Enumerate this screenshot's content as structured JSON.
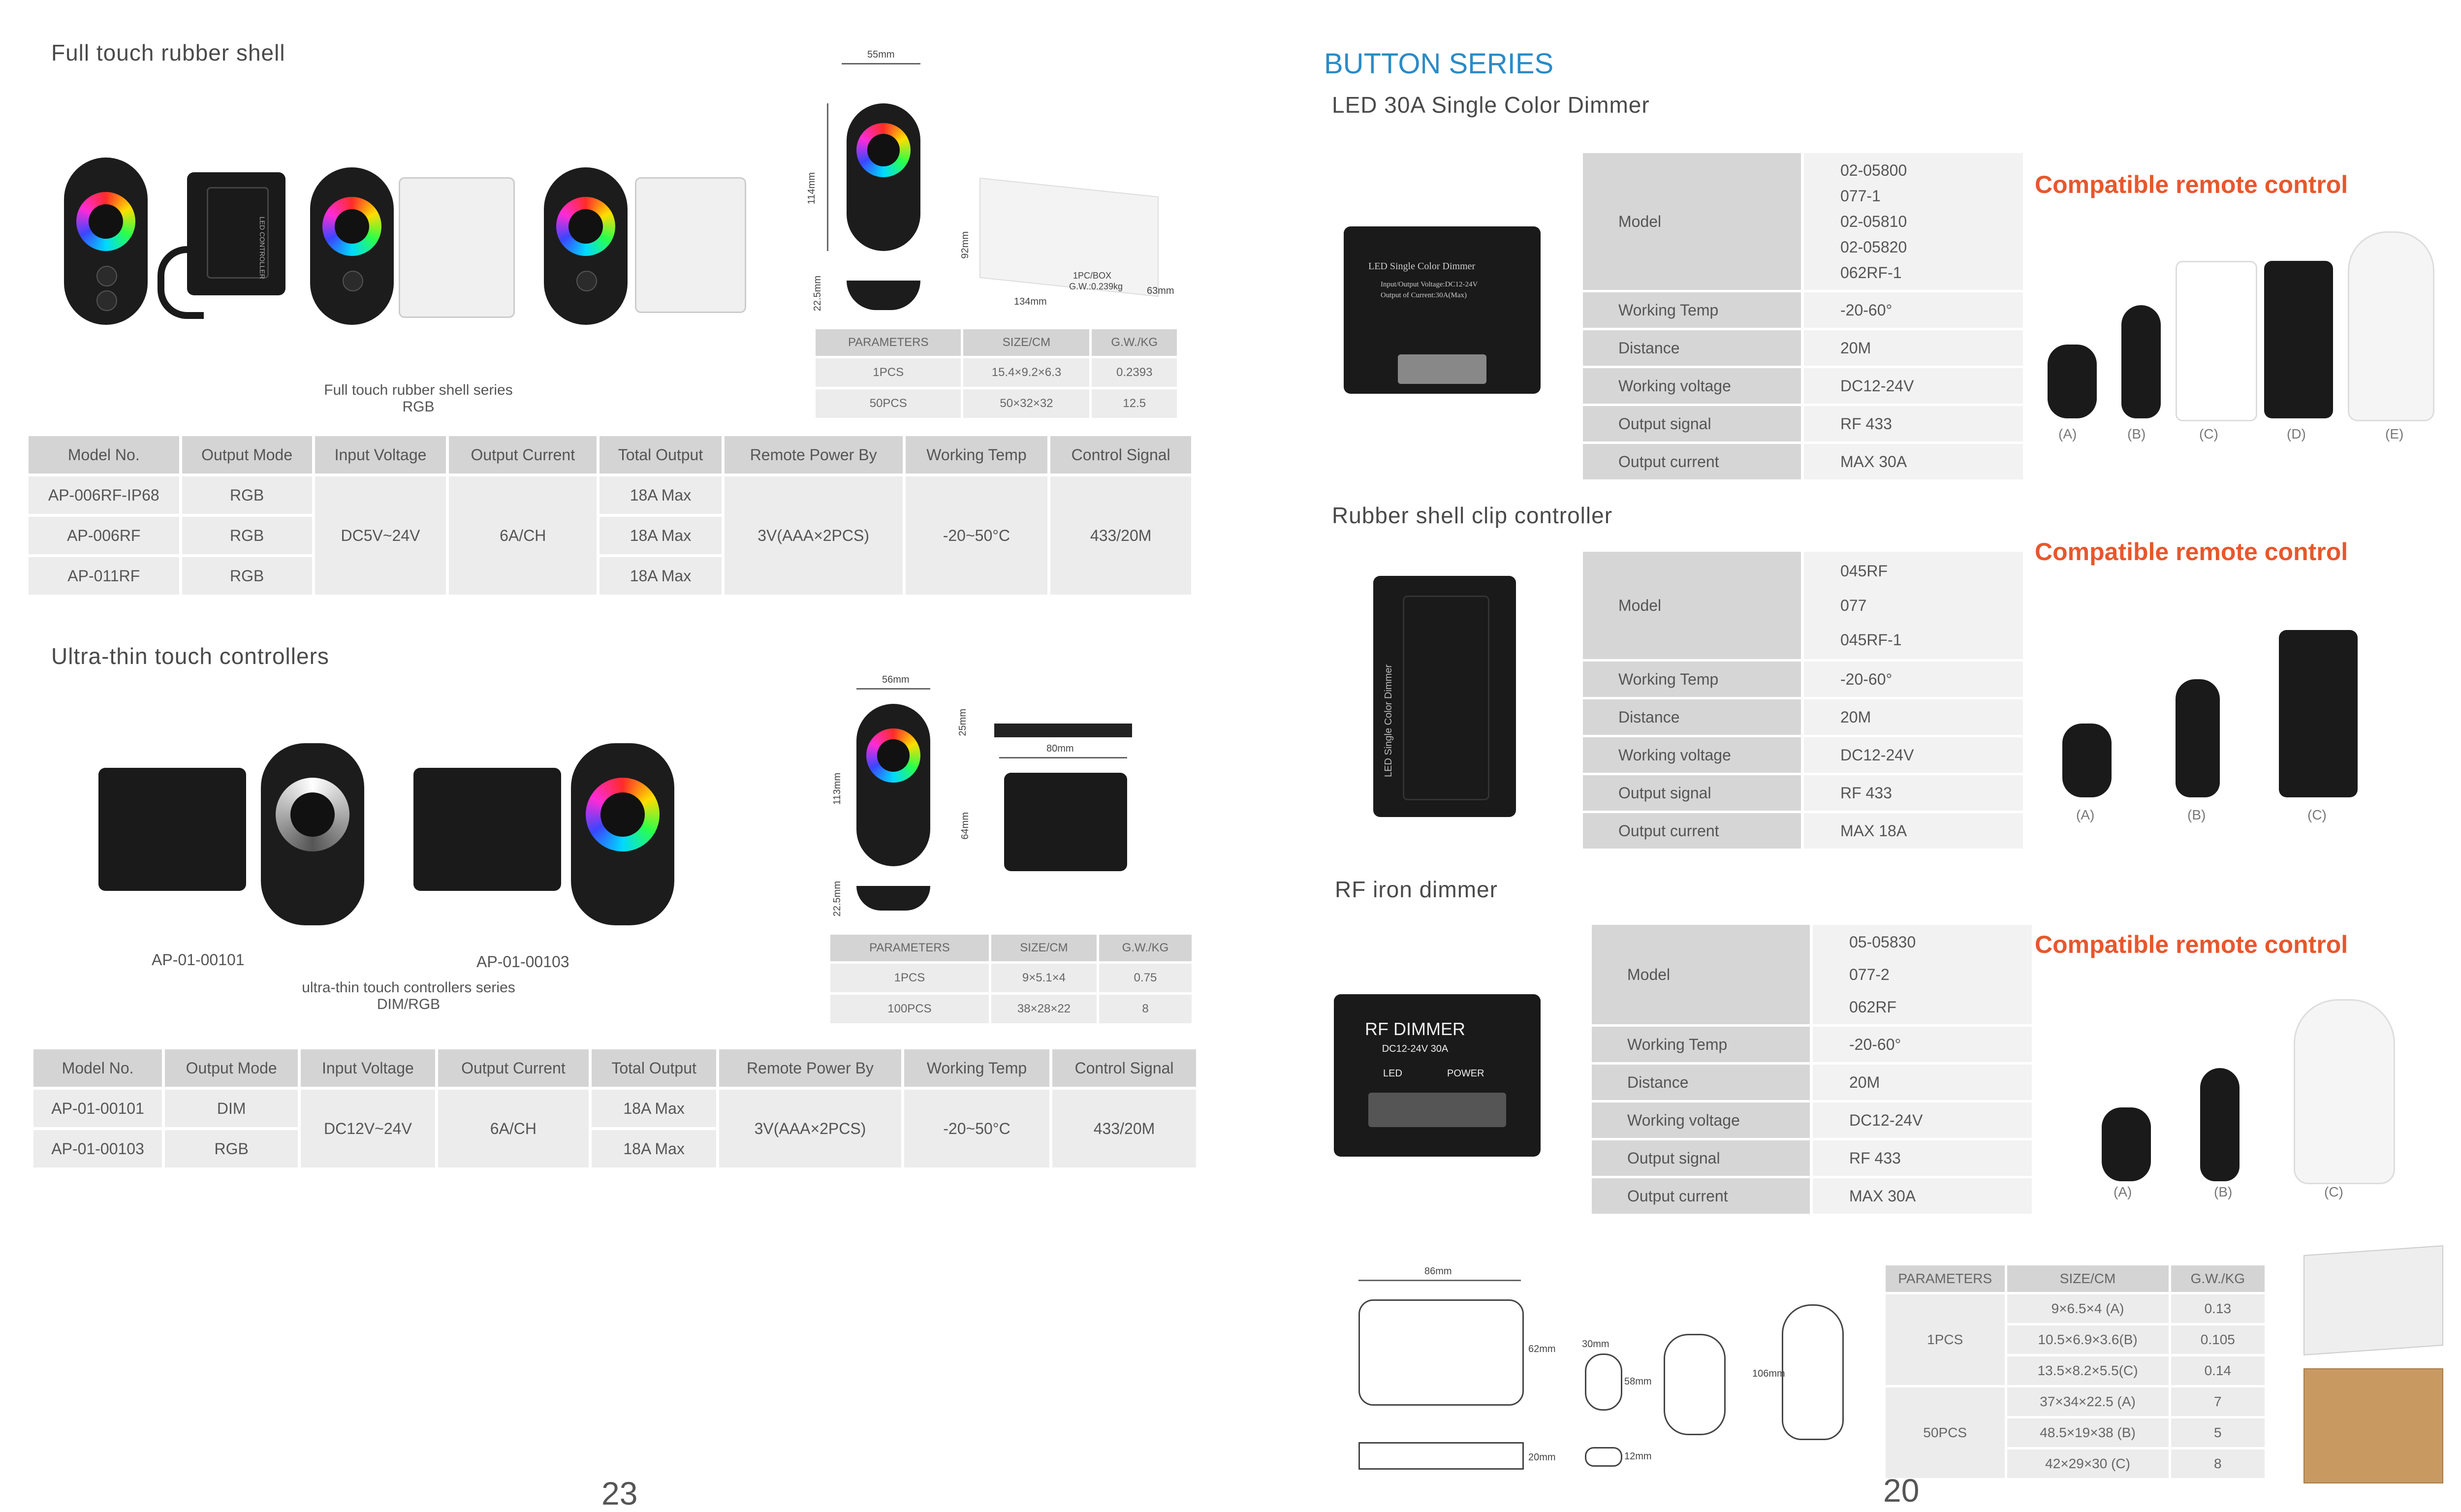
{
  "left": {
    "section1": {
      "title": "Full touch rubber shell",
      "caption_line1": "Full touch rubber shell series",
      "caption_line2": "RGB",
      "dims": {
        "w": "55mm",
        "h": "114mm",
        "d": "22.5mm"
      },
      "box": {
        "label1": "1PC/BOX",
        "label2": "G.W.:0.239kg",
        "w": "134mm",
        "h": "92mm",
        "d": "63mm"
      },
      "device_label": "LED CONTROLLER",
      "params": {
        "headers": [
          "PARAMETERS",
          "SIZE/CM",
          "G.W./KG"
        ],
        "rows": [
          [
            "1PCS",
            "15.4×9.2×6.3",
            "0.2393"
          ],
          [
            "50PCS",
            "50×32×32",
            "12.5"
          ]
        ]
      },
      "table": {
        "headers": [
          "Model No.",
          "Output Mode",
          "Input Voltage",
          "Output Current",
          "Total Output",
          "Remote Power By",
          "Working Temp",
          "Control Signal"
        ],
        "models": [
          "AP-006RF-IP68",
          "AP-006RF",
          "AP-011RF"
        ],
        "modes": [
          "RGB",
          "RGB",
          "RGB"
        ],
        "input_voltage": "DC5V~24V",
        "output_current": "6A/CH",
        "total_output": [
          "18A Max",
          "18A Max",
          "18A Max"
        ],
        "remote_power": "3V(AAA×2PCS)",
        "working_temp": "-20~50°C",
        "control_signal": "433/20M"
      }
    },
    "section2": {
      "title": "Ultra-thin touch controllers",
      "model1": "AP-01-00101",
      "model2": "AP-01-00103",
      "caption_line1": "ultra-thin touch controllers series",
      "caption_line2": "DIM/RGB",
      "dims": {
        "w": "56mm",
        "h": "113mm",
        "d": "22.5mm",
        "thick": "25mm",
        "cw": "80mm",
        "ch": "64mm"
      },
      "params": {
        "headers": [
          "PARAMETERS",
          "SIZE/CM",
          "G.W./KG"
        ],
        "rows": [
          [
            "1PCS",
            "9×5.1×4",
            "0.75"
          ],
          [
            "100PCS",
            "38×28×22",
            "8"
          ]
        ]
      },
      "table": {
        "headers": [
          "Model No.",
          "Output Mode",
          "Input Voltage",
          "Output Current",
          "Total Output",
          "Remote Power By",
          "Working Temp",
          "Control Signal"
        ],
        "models": [
          "AP-01-00101",
          "AP-01-00103"
        ],
        "modes": [
          "DIM",
          "RGB"
        ],
        "input_voltage": "DC12V~24V",
        "output_current": "6A/CH",
        "total_output": [
          "18A Max",
          "18A Max"
        ],
        "remote_power": "3V(AAA×2PCS)",
        "working_temp": "-20~50°C",
        "control_signal": "433/20M"
      }
    },
    "page_number": "23"
  },
  "right": {
    "series_title": "BUTTON  SERIES",
    "compat_label": "Compatible remote control",
    "labels_abc": [
      "(A)",
      "(B)",
      "(C)",
      "(D)",
      "(E)"
    ],
    "product1": {
      "title": "LED 30A Single Color Dimmer",
      "device_text1": "LED Single Color Dimmer",
      "device_text2": "Input/Output Voltage:DC12-24V",
      "device_text3": "Output of Current:30A(Max)",
      "models": [
        "02-05800",
        "077-1",
        "02-05810",
        "02-05820",
        "062RF-1"
      ],
      "specs": [
        {
          "k": "Model"
        },
        {
          "k": "Working Temp",
          "v": "-20-60°"
        },
        {
          "k": "Distance",
          "v": "20M"
        },
        {
          "k": "Working voltage",
          "v": "DC12-24V"
        },
        {
          "k": "Output signal",
          "v": "RF 433"
        },
        {
          "k": "Output current",
          "v": "MAX 30A"
        }
      ]
    },
    "product2": {
      "title": "Rubber shell clip controller",
      "device_text": "LED Single Color Dimmer",
      "models": [
        "045RF",
        "077",
        "045RF-1"
      ],
      "specs": [
        {
          "k": "Model"
        },
        {
          "k": "Working Temp",
          "v": "-20-60°"
        },
        {
          "k": "Distance",
          "v": "20M"
        },
        {
          "k": "Working voltage",
          "v": "DC12-24V"
        },
        {
          "k": "Output signal",
          "v": "RF 433"
        },
        {
          "k": "Output current",
          "v": "MAX 18A"
        }
      ]
    },
    "product3": {
      "title": "RF iron dimmer",
      "device_text1": "RF DIMMER",
      "device_text2": "DC12-24V 30A",
      "device_led": "LED",
      "device_power": "POWER",
      "models": [
        "05-05830",
        "077-2",
        "062RF"
      ],
      "specs": [
        {
          "k": "Model"
        },
        {
          "k": "Working Temp",
          "v": "-20-60°"
        },
        {
          "k": "Distance",
          "v": "20M"
        },
        {
          "k": "Working voltage",
          "v": "DC12-24V"
        },
        {
          "k": "Output signal",
          "v": "RF 433"
        },
        {
          "k": "Output current",
          "v": "MAX 30A"
        }
      ]
    },
    "dims": {
      "w1": "86mm",
      "h1": "62mm",
      "d1": "20mm",
      "a": "30mm",
      "b": "58mm",
      "c": "12mm",
      "e": "106mm"
    },
    "params": {
      "headers": [
        "PARAMETERS",
        "SIZE/CM",
        "G.W./KG"
      ],
      "group1": "1PCS",
      "group2": "50PCS",
      "rows": [
        [
          "9×6.5×4   (A)",
          "0.13"
        ],
        [
          "10.5×6.9×3.6(B)",
          "0.105"
        ],
        [
          "13.5×8.2×5.5(C)",
          "0.14"
        ],
        [
          "37×34×22.5 (A)",
          "7"
        ],
        [
          "48.5×19×38 (B)",
          "5"
        ],
        [
          "42×29×30  (C)",
          "8"
        ]
      ]
    },
    "page_number": "20"
  }
}
